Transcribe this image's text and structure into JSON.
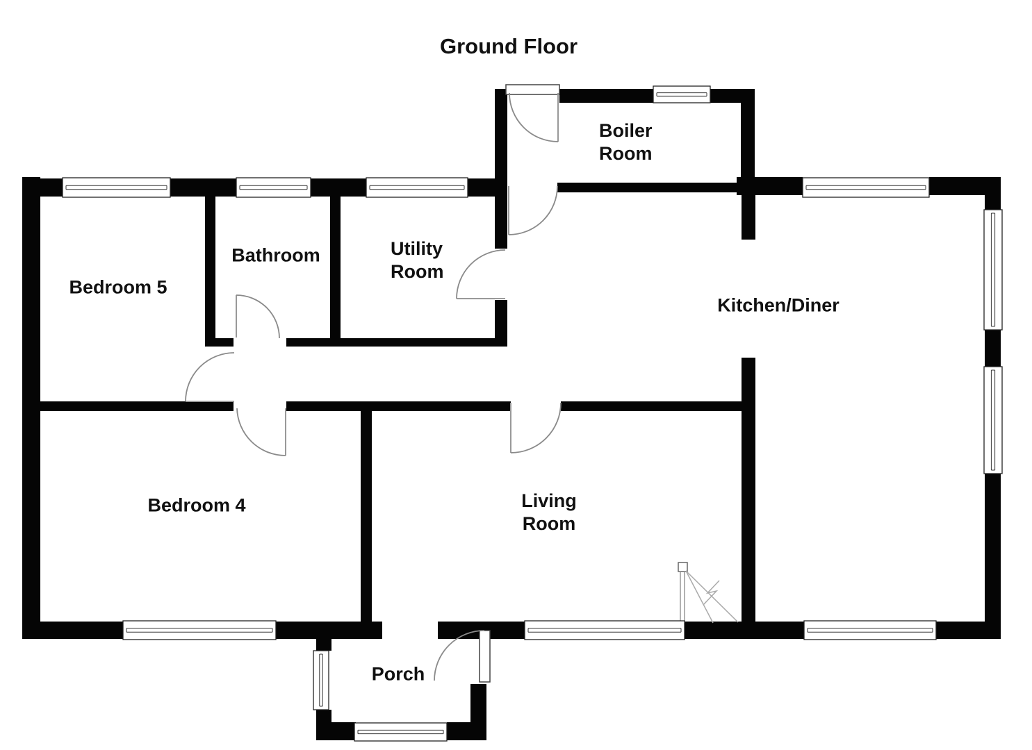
{
  "title": "Ground Floor",
  "colors": {
    "wall": "#050505",
    "background": "#ffffff",
    "door_line": "#999999",
    "text": "#111111"
  },
  "rooms": [
    {
      "id": "boiler-room",
      "label": "Boiler\nRoom"
    },
    {
      "id": "bedroom-5",
      "label": "Bedroom 5"
    },
    {
      "id": "bathroom",
      "label": "Bathroom"
    },
    {
      "id": "utility-room",
      "label": "Utility\nRoom"
    },
    {
      "id": "kitchen-diner",
      "label": "Kitchen/Diner"
    },
    {
      "id": "bedroom-4",
      "label": "Bedroom 4"
    },
    {
      "id": "living-room",
      "label": "Living\nRoom"
    },
    {
      "id": "porch",
      "label": "Porch"
    }
  ]
}
